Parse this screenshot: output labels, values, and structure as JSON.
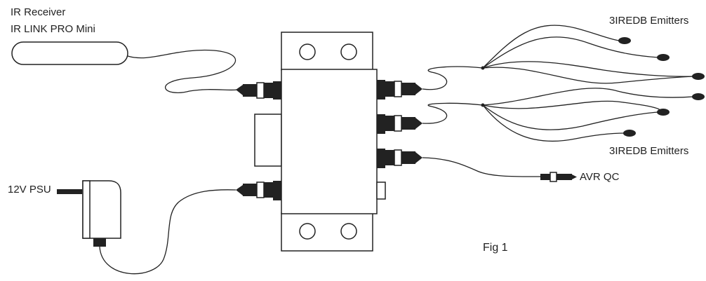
{
  "labels": {
    "ir_receiver": "IR Receiver",
    "ir_link_pro_mini": "IR LINK PRO Mini",
    "emitters_top": "3IREDB Emitters",
    "emitters_bottom": "3IREDB Emitters",
    "avr_qc": "AVR QC",
    "psu": "12V PSU",
    "figure": "Fig 1"
  },
  "colors": {
    "line": "#222222",
    "background": "#ffffff"
  }
}
